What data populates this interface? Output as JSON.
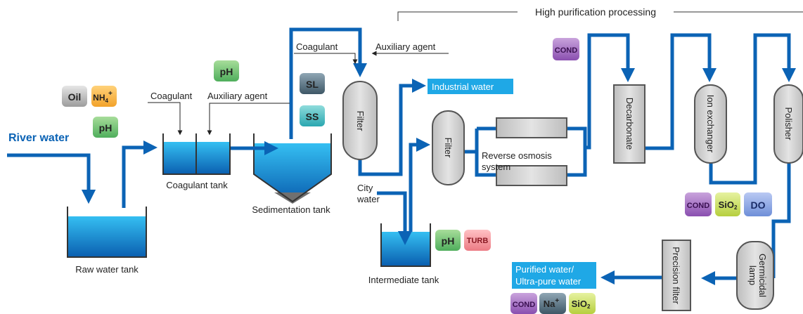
{
  "title": "High purification processing",
  "colors": {
    "flow": "#0b63b5",
    "water_top": "#2fb8ef",
    "water_bottom": "#0a5fb0",
    "unit_fill": "#c8c8c8",
    "unit_stroke": "#4a4a4a",
    "callout": "#1fa8e6"
  },
  "inputs": {
    "river_water": "River water",
    "city_water_line1": "City",
    "city_water_line2": "water"
  },
  "tanks": {
    "raw": "Raw water tank",
    "coagulant": "Coagulant tank",
    "sedimentation": "Sedimentation tank",
    "intermediate": "Intermediate tank"
  },
  "additives": {
    "coagulant_1": "Coagulant",
    "auxiliary_1": "Auxiliary agent",
    "coagulant_2": "Coagulant",
    "auxiliary_2": "Auxiliary agent"
  },
  "units": {
    "filter_1": "Filter",
    "filter_2": "Filter",
    "ro_line1": "Reverse osmosis",
    "ro_line2": "system",
    "decarbonate": "Decarbonate",
    "ion_exchanger": "Ion exchanger",
    "polisher": "Polisher",
    "germicidal_line1": "Germicidal",
    "germicidal_line2": "lamp",
    "precision_filter": "Precision filter"
  },
  "outputs": {
    "industrial": "Industrial water",
    "purified_line1": "Purified water/",
    "purified_line2": "Ultra-pure water"
  },
  "badges": {
    "oil": "Oil",
    "nh4": "NH",
    "nh4_sub": "4",
    "nh4_sup": "+",
    "ph": "pH",
    "sl": "SL",
    "ss": "SS",
    "turb": "TURB",
    "cond": "COND",
    "sio2": "SiO",
    "sio2_sub": "2",
    "do": "DO",
    "na": "Na",
    "na_sup": "+"
  }
}
